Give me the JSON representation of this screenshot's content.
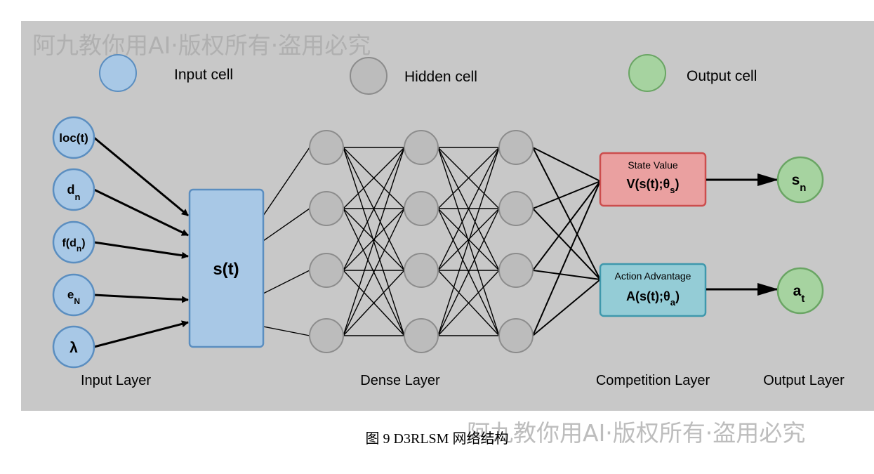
{
  "watermark": "阿九教你用AI·版权所有·盗用必究",
  "legend": {
    "input": "Input cell",
    "hidden": "Hidden cell",
    "output": "Output cell"
  },
  "inputs": [
    {
      "main": "loc(t)",
      "sub": ""
    },
    {
      "main": "d",
      "sub": "n"
    },
    {
      "main": "f(d",
      "sub": "n",
      "after": ")"
    },
    {
      "main": "e",
      "sub": "N"
    },
    {
      "main": "λ",
      "sub": ""
    }
  ],
  "state_block": "s(t)",
  "state_value": {
    "title": "State Value",
    "formula_main": "V(s(t);θ",
    "formula_sub": "s",
    "formula_after": ")"
  },
  "action_advantage": {
    "title": "Action Advantage",
    "formula_main": "A(s(t);θ",
    "formula_sub": "a",
    "formula_after": ")"
  },
  "outputs": [
    {
      "main": "s",
      "sub": "n"
    },
    {
      "main": "a",
      "sub": "t"
    }
  ],
  "layers": {
    "input": "Input Layer",
    "dense": "Dense Layer",
    "competition": "Competition Layer",
    "output": "Output Layer"
  },
  "caption": "图 9 D3RLSM 网络结构",
  "colors": {
    "background": "#c8c8c8",
    "input_fill": "#a8c8e6",
    "input_stroke": "#5b8ec0",
    "hidden_fill": "#bcbcbc",
    "hidden_stroke": "#8c8c8c",
    "output_fill": "#a6d3a0",
    "output_stroke": "#6aa564",
    "value_fill": "#eaa0a0",
    "value_stroke": "#cc4d4d",
    "advantage_fill": "#94ccd6",
    "advantage_stroke": "#3f98ac"
  }
}
